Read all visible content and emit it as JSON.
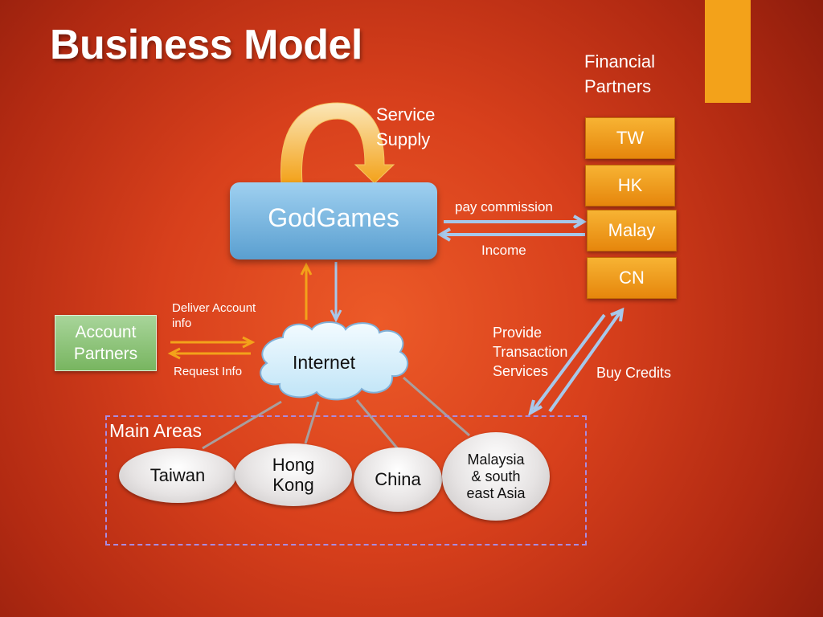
{
  "slide": {
    "title": "Business Model",
    "accent_color": "#f3a21a"
  },
  "center": {
    "label": "GodGames"
  },
  "service_supply": {
    "line1": "Service",
    "line2": "Supply"
  },
  "financial": {
    "heading_line1": "Financial",
    "heading_line2": "Partners",
    "partners": [
      "TW",
      "HK",
      "Malay",
      "CN"
    ]
  },
  "edges": {
    "pay_commission": "pay commission",
    "income": "Income",
    "deliver_line1": "Deliver Account",
    "deliver_line2": "info",
    "request_info": "Request Info",
    "provide_line1": "Provide",
    "provide_line2": "Transaction",
    "provide_line3": "Services",
    "buy_credits": "Buy Credits"
  },
  "account_partners": {
    "line1": "Account",
    "line2": "Partners"
  },
  "internet": {
    "label": "Internet"
  },
  "main_areas": {
    "label": "Main Areas",
    "regions": [
      {
        "line1": "Taiwan"
      },
      {
        "line1": "Hong",
        "line2": "Kong"
      },
      {
        "line1": "China"
      },
      {
        "line1": "Malaysia",
        "line2": "& south",
        "line3": "east Asia"
      }
    ]
  }
}
